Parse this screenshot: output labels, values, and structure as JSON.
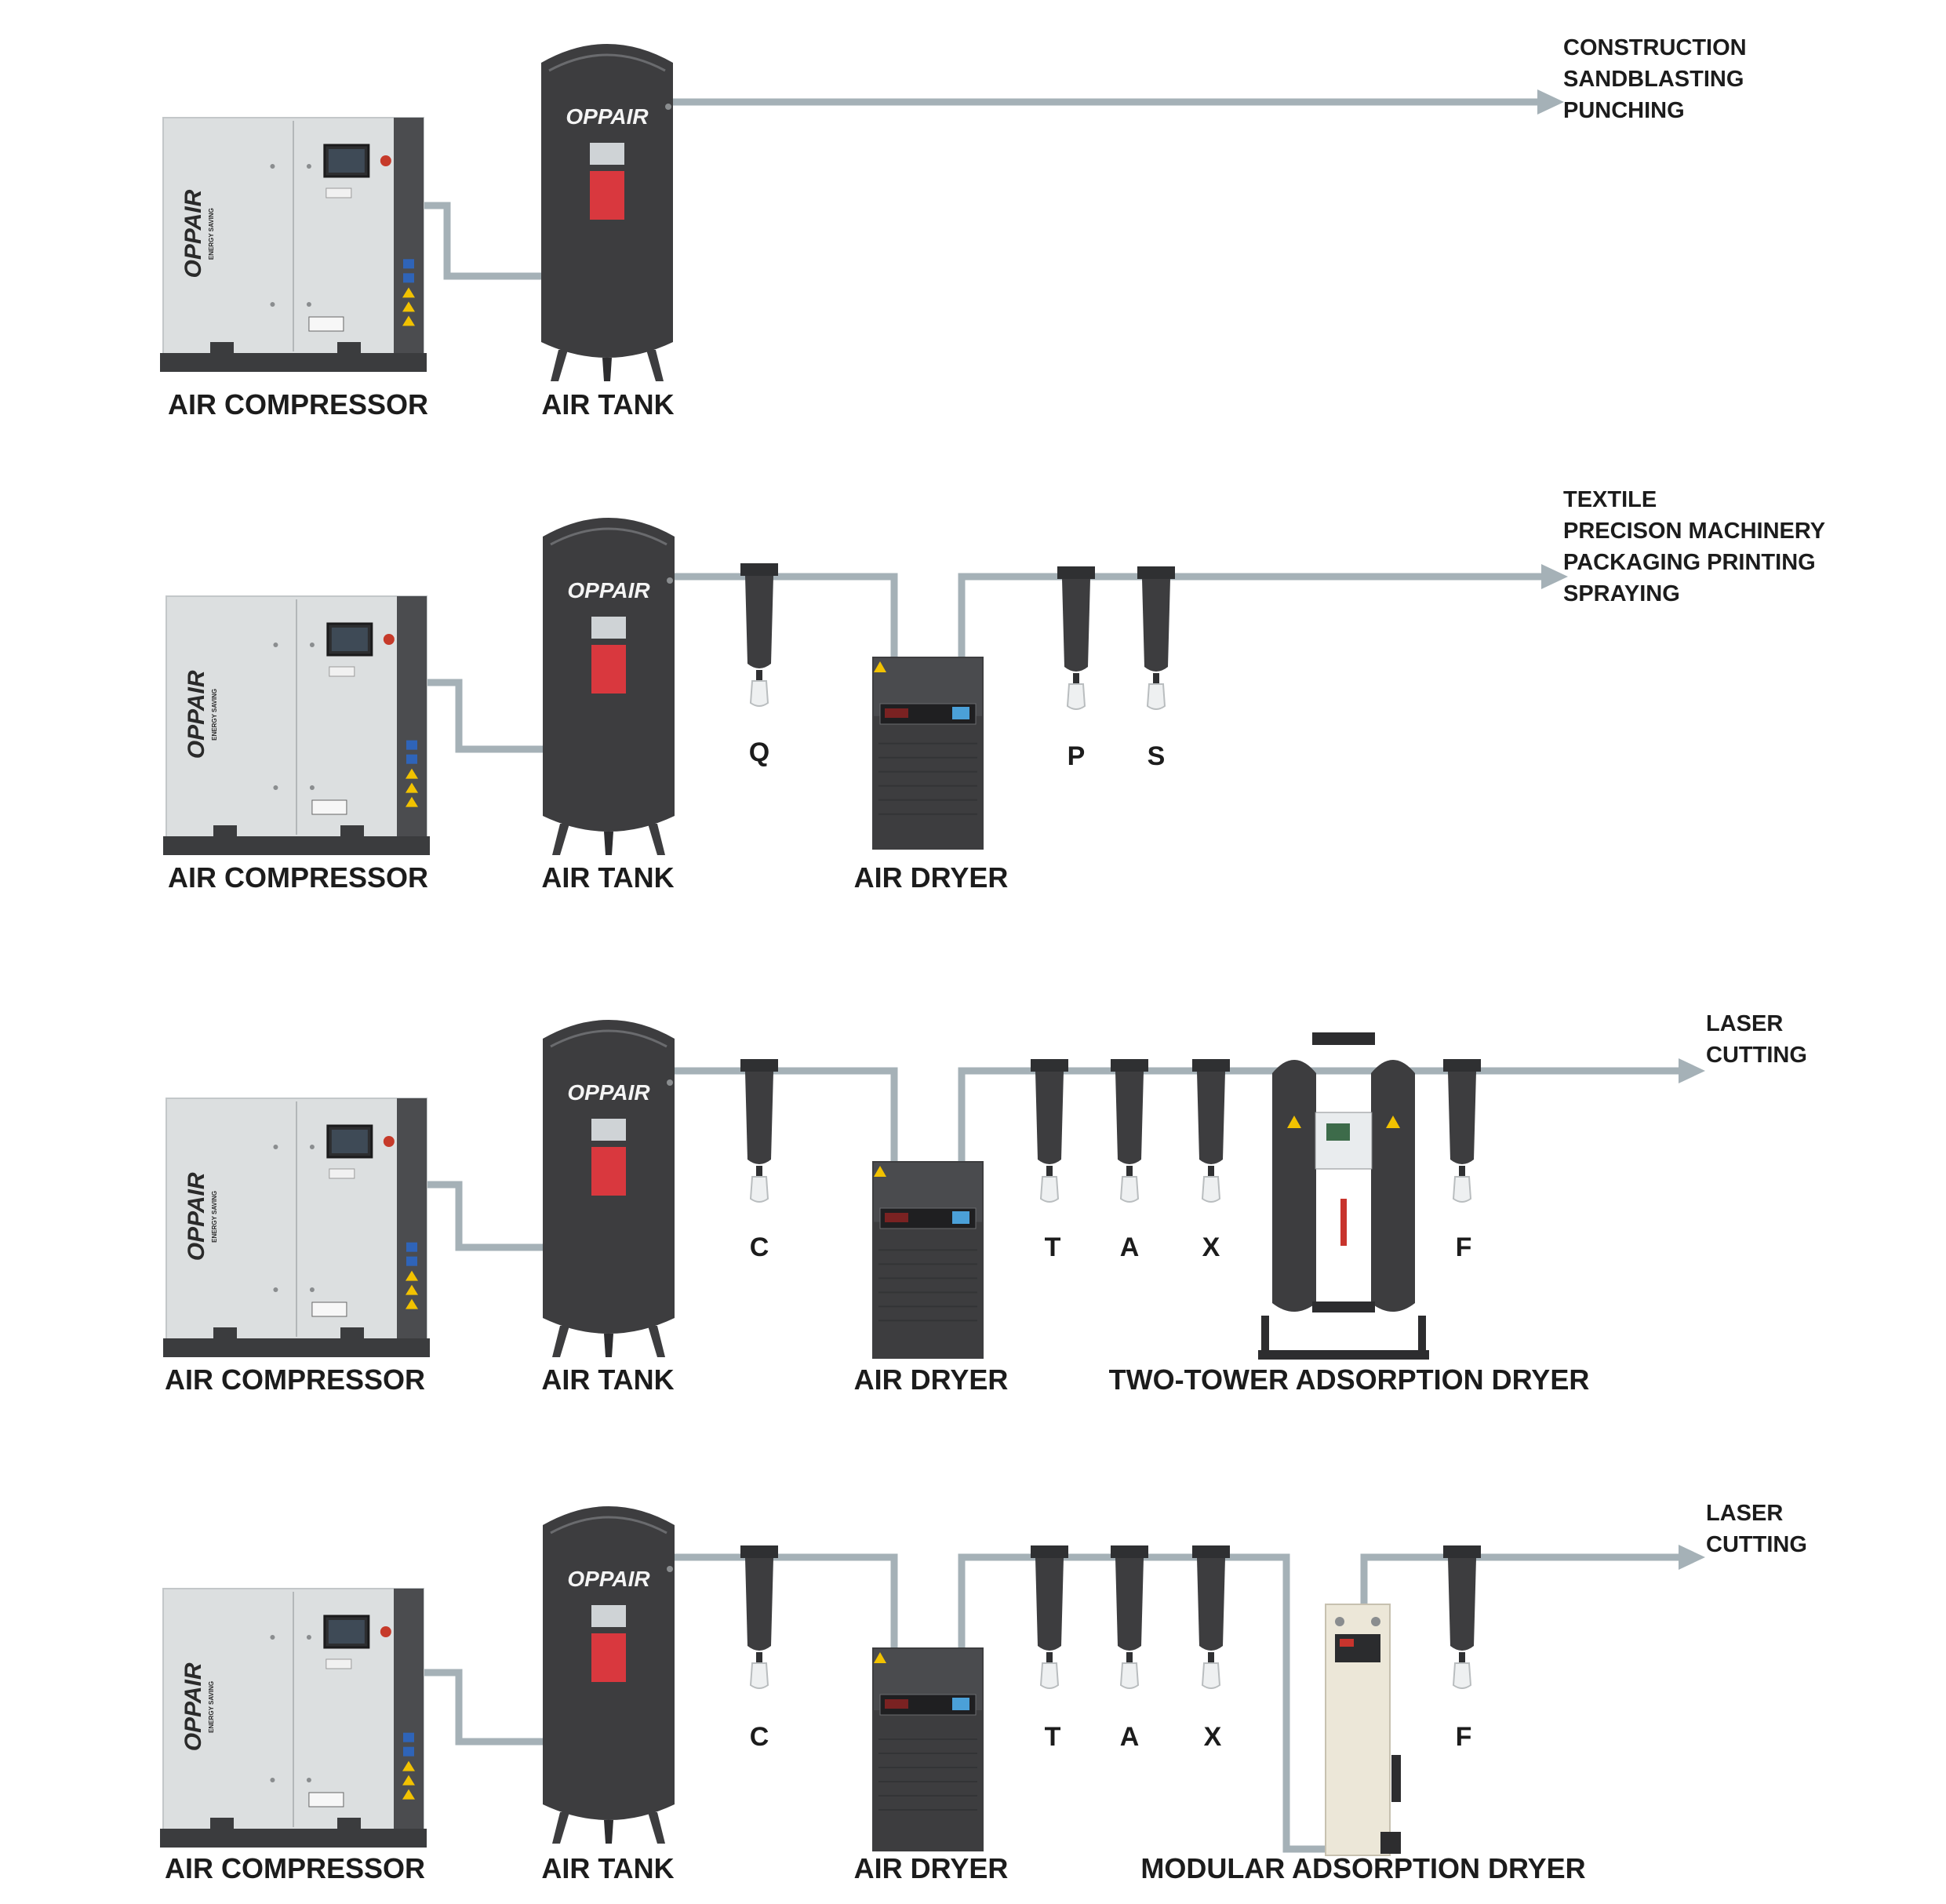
{
  "colors": {
    "pipe": "#a5b1b7",
    "equipment_dark": "#3d3d3f",
    "compressor_panel": "#dcdfe0",
    "tank_label": "#d9383e",
    "text": "#1c1c1c"
  },
  "brand": "OPPAIR",
  "brand_tagline": "ENERGY SAVING",
  "rows": [
    {
      "equipment": [
        {
          "type": "compressor",
          "label": "AIR COMPRESSOR"
        },
        {
          "type": "tank",
          "label": "AIR TANK"
        }
      ],
      "filters": [],
      "applications": [
        "CONSTRUCTION",
        "SANDBLASTING",
        "PUNCHING"
      ]
    },
    {
      "equipment": [
        {
          "type": "compressor",
          "label": "AIR COMPRESSOR"
        },
        {
          "type": "tank",
          "label": "AIR TANK"
        },
        {
          "type": "refrigerated_dryer",
          "label": "AIR DRYER"
        }
      ],
      "filters": [
        "Q",
        "P",
        "S"
      ],
      "applications": [
        "TEXTILE",
        "PRECISON MACHINERY",
        "PACKAGING PRINTING",
        "SPRAYING"
      ]
    },
    {
      "equipment": [
        {
          "type": "compressor",
          "label": "AIR COMPRESSOR"
        },
        {
          "type": "tank",
          "label": "AIR TANK"
        },
        {
          "type": "refrigerated_dryer",
          "label": "AIR DRYER"
        },
        {
          "type": "two_tower_dryer",
          "label": "TWO-TOWER ADSORPTION DRYER"
        }
      ],
      "filters": [
        "C",
        "T",
        "A",
        "X",
        "F"
      ],
      "applications": [
        "LASER",
        "CUTTING"
      ]
    },
    {
      "equipment": [
        {
          "type": "compressor",
          "label": "AIR COMPRESSOR"
        },
        {
          "type": "tank",
          "label": "AIR TANK"
        },
        {
          "type": "refrigerated_dryer",
          "label": "AIR DRYER"
        },
        {
          "type": "modular_dryer",
          "label": "MODULAR ADSORPTION DRYER"
        }
      ],
      "filters": [
        "C",
        "T",
        "A",
        "X",
        "F"
      ],
      "applications": [
        "LASER",
        "CUTTING"
      ]
    }
  ]
}
